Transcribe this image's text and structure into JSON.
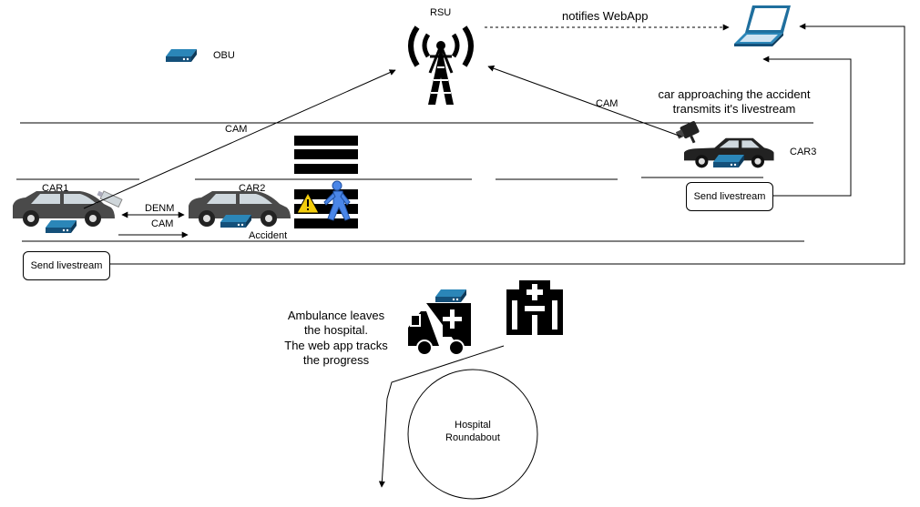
{
  "nodes": {
    "rsu": "RSU",
    "obu": "OBU",
    "car1": "CAR1",
    "car2": "CAR2",
    "car3": "CAR3",
    "accident": "Accident",
    "hospital_roundabout": "Hospital\nRoundabout"
  },
  "edges": {
    "notifies": "notifies WebApp",
    "cam_car1_rsu": "CAM",
    "cam_car3_rsu": "CAM",
    "denm": "DENM",
    "cam_car1_car2": "CAM"
  },
  "annotations": {
    "car3_note": "car approaching the accident\ntransmits it's livestream",
    "ambulance_note": "Ambulance leaves\nthe hospital.\nThe web app tracks\nthe progress"
  },
  "actions": {
    "send_livestream_car1": "Send livestream",
    "send_livestream_car3": "Send livestream"
  },
  "icons": [
    "antenna-icon",
    "laptop-icon",
    "obu-device-icon",
    "car-icon",
    "camera-icon",
    "warning-icon",
    "pedestrian-icon",
    "crosswalk-icon",
    "ambulance-icon",
    "hospital-icon"
  ],
  "colors": {
    "device_blue": "#1f6f9e",
    "warning_yellow": "#f2cc0c",
    "pedestrian_blue": "#4a86e8"
  }
}
